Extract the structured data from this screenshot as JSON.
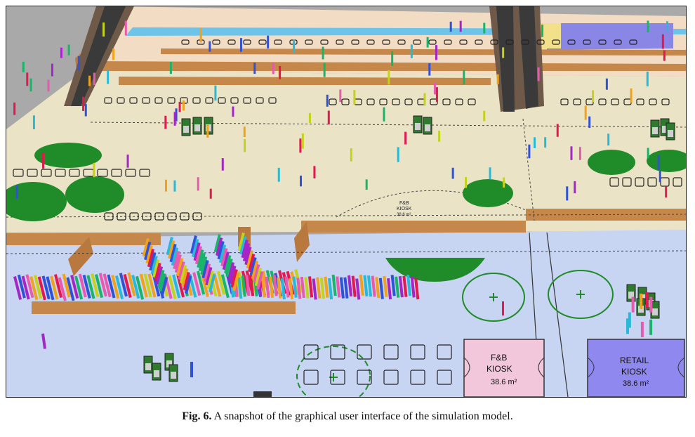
{
  "figure": {
    "caption_label": "Fig. 6.",
    "caption_text": "A snapshot of the graphical user interface of the simulation model."
  },
  "kiosks": {
    "fnb": {
      "line1": "F&B",
      "line2": "KIOSK",
      "area": "38.6 m²"
    },
    "retail": {
      "line1": "RETAIL",
      "line2": "KIOSK",
      "area": "38.6 m²"
    },
    "central": {
      "line1": "F&B",
      "line2": "KIOSK",
      "area": "38.6 m²"
    }
  },
  "colors": {
    "floor_beige": "#ece3c4",
    "floor_blue": "#c6d4f2",
    "upper_floor": "#f4ddc4",
    "wall_brown": "#c98a4b",
    "seating_green": "#1e8a28",
    "kiosk_pink": "#f3c7dc",
    "kiosk_purple": "#8f88f0",
    "passenger_palette": [
      "#e2184e",
      "#2f52d8",
      "#19b46a",
      "#f0a21d",
      "#a625c8",
      "#28b8d8",
      "#c4d21c",
      "#e85ab0"
    ]
  }
}
